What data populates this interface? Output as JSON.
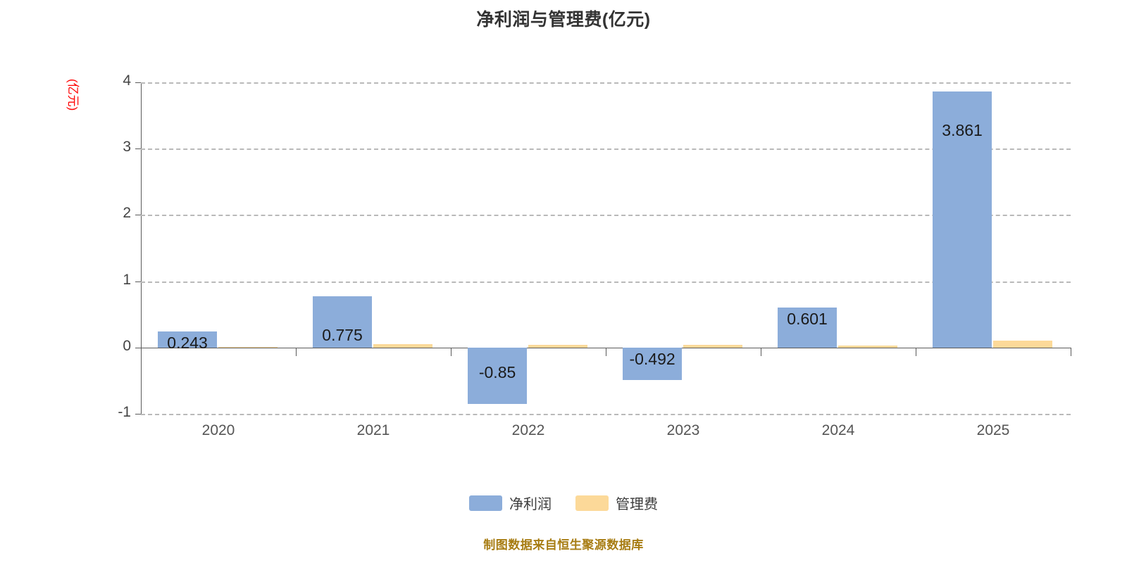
{
  "chart_data": {
    "type": "bar",
    "title": "净利润与管理费(亿元)",
    "xlabel": "",
    "ylabel": "(亿元)",
    "ylim": [
      -1,
      4
    ],
    "yticks": [
      -1,
      0,
      1,
      2,
      3,
      4
    ],
    "grid": true,
    "legend_position": "bottom",
    "categories": [
      "2020",
      "2021",
      "2022",
      "2023",
      "2024",
      "2025"
    ],
    "series": [
      {
        "name": "净利润",
        "color": "#8cadda",
        "values": [
          0.243,
          0.775,
          -0.85,
          -0.492,
          0.601,
          3.861
        ],
        "labels": [
          "0.243",
          "0.775",
          "-0.85",
          "-0.492",
          "0.601",
          "3.861"
        ]
      },
      {
        "name": "管理费",
        "color": "#fcd999",
        "values": [
          0.01,
          0.05,
          0.04,
          0.04,
          0.03,
          0.1
        ],
        "labels": [
          "",
          "",
          "",
          "",
          "",
          ""
        ]
      }
    ]
  },
  "footer": {
    "note": "制图数据来自恒生聚源数据库"
  },
  "colors": {
    "net_profit": "#8cadda",
    "admin_fee": "#fcd999",
    "axis_unit": "#ff0000",
    "footer": "#a77c12",
    "title": "#333333",
    "grid": "#b9b9b9"
  }
}
